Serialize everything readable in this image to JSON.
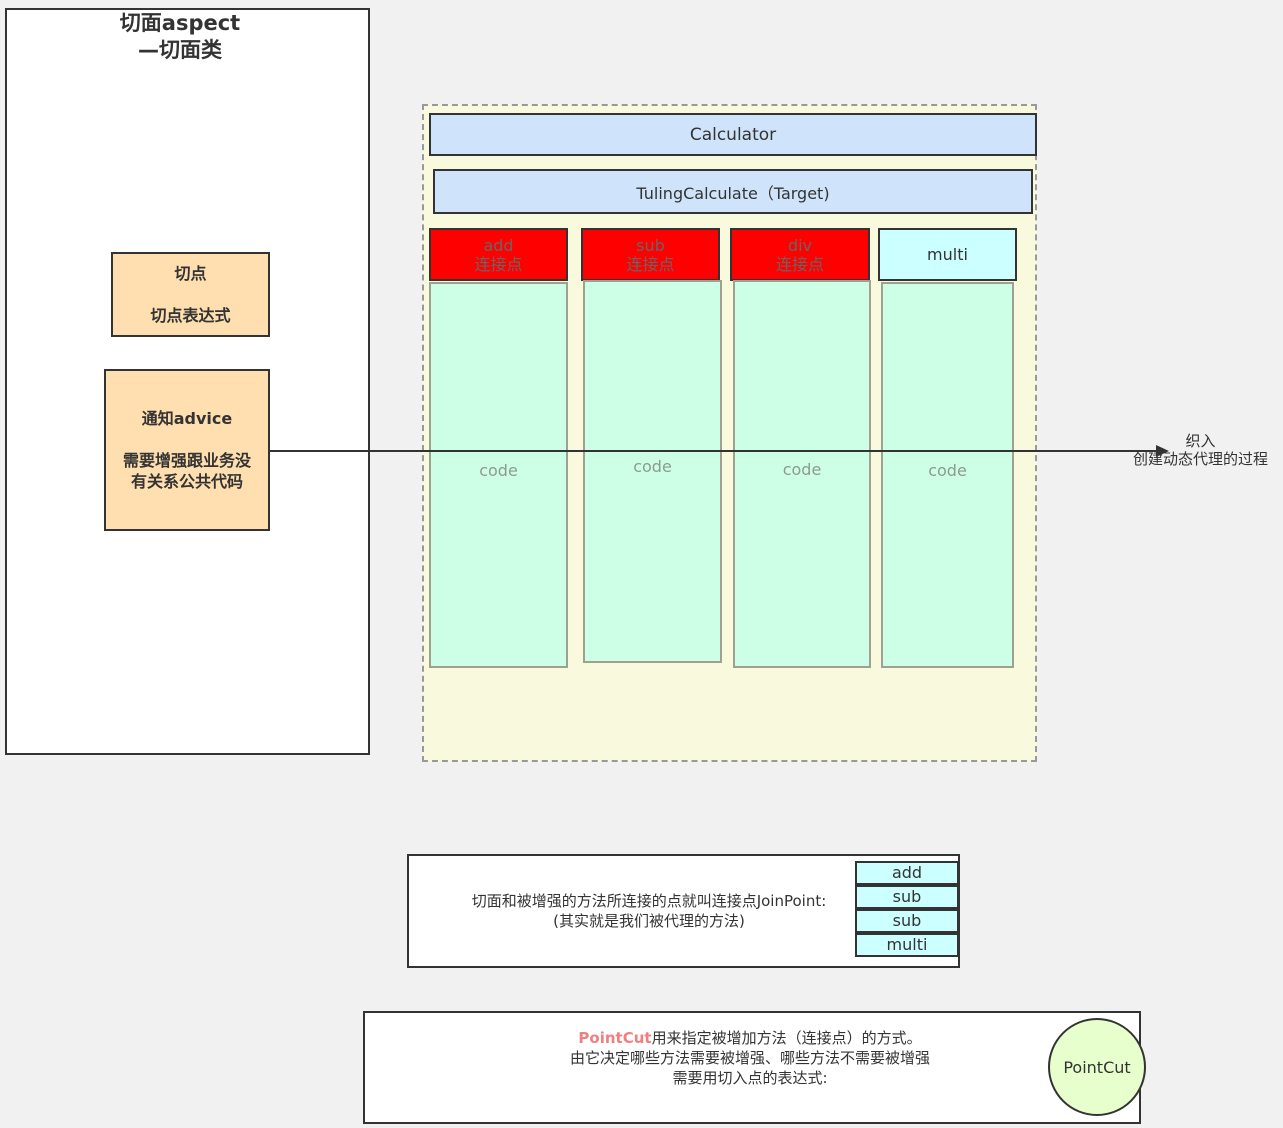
{
  "aspect": {
    "title_line1": "切面aspect",
    "title_line2": "—切面类",
    "pointcut": {
      "line1": "切点",
      "line2": "切点表达式"
    },
    "advice": {
      "title": "通知advice",
      "desc": "需要增强跟业务没有关系公共代码"
    }
  },
  "target": {
    "class_label": "Calculator",
    "target_label": "TulingCalculate（Target)",
    "methods": [
      {
        "name": "add",
        "tag": "连接点",
        "code": "code"
      },
      {
        "name": "sub",
        "tag": "连接点",
        "code": "code"
      },
      {
        "name": "div",
        "tag": "连接点",
        "code": "code"
      },
      {
        "name": "multi",
        "code": "code"
      }
    ]
  },
  "weave": {
    "line1": "织入",
    "line2": "创建动态代理的过程"
  },
  "joinpoint": {
    "line1": "切面和被增强的方法所连接的点就叫连接点JoinPoint:",
    "line2": "(其实就是我们被代理的方法)",
    "items": [
      "add",
      "sub",
      "sub",
      "multi"
    ]
  },
  "pointcut_note": {
    "highlight": "PointCut",
    "line1_rest": "用来指定被增加方法（连接点）的方式。",
    "line2": "由它决定哪些方法需要被增强、哪些方法不需要被增强",
    "line3": "需要用切入点的表达式:",
    "circle_label": "PointCut"
  },
  "colors": {
    "aspect_box": "#ffdfaf",
    "joinpoint_red": "#ff0000",
    "class_blue": "#cfe4fa",
    "code_green": "#ccffe6",
    "method_cyan": "#ccffff",
    "container_yellow": "#f9f9de",
    "pointcut_highlight": "#f08080",
    "circle_green": "#e6ffcc"
  }
}
